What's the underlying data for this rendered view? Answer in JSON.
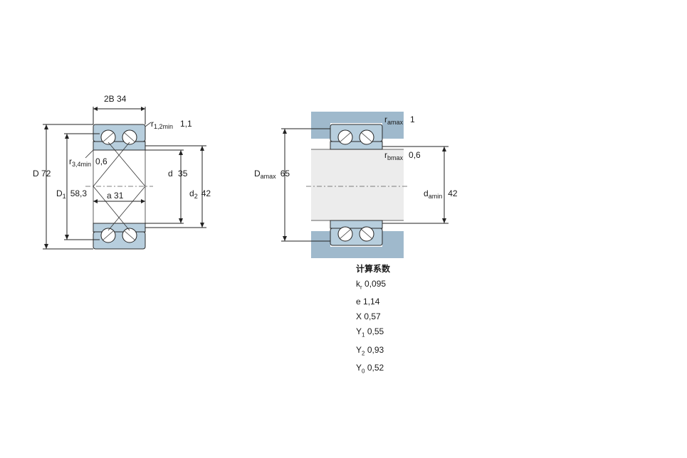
{
  "left_view": {
    "width_label": "2B",
    "width_value": "34",
    "r12_symbol": "r",
    "r12_sub": "1,2min",
    "r12_value": "1,1",
    "r34_symbol": "r",
    "r34_sub": "3,4min",
    "r34_value": "0,6",
    "D_label": "D",
    "D_value": "72",
    "D1_symbol": "D",
    "D1_sub": "1",
    "D1_value": "58,3",
    "a_label": "a",
    "a_value": "31",
    "d_label": "d",
    "d_value": "35",
    "d2_symbol": "d",
    "d2_sub": "2",
    "d2_value": "42"
  },
  "right_view": {
    "ra_symbol": "r",
    "ra_sub": "amax",
    "ra_value": "1",
    "rb_symbol": "r",
    "rb_sub": "bmax",
    "rb_value": "0,6",
    "Da_symbol": "D",
    "Da_sub": "amax",
    "Da_value": "65",
    "da_symbol": "d",
    "da_sub": "amin",
    "da_value": "42"
  },
  "calculation": {
    "title": "计算系数",
    "kr_symbol": "k",
    "kr_sub": "r",
    "kr_value": "0,095",
    "e_symbol": "e",
    "e_value": "1,14",
    "X_symbol": "X",
    "X_value": "0,57",
    "Y1_symbol": "Y",
    "Y1_sub": "1",
    "Y1_value": "0,55",
    "Y2_symbol": "Y",
    "Y2_sub": "2",
    "Y2_value": "0,93",
    "Y0_symbol": "Y",
    "Y0_sub": "0",
    "Y0_value": "0,52"
  },
  "colors": {
    "ring_fill": "#b7cedd",
    "housing_fill": "#9fb9cc"
  }
}
